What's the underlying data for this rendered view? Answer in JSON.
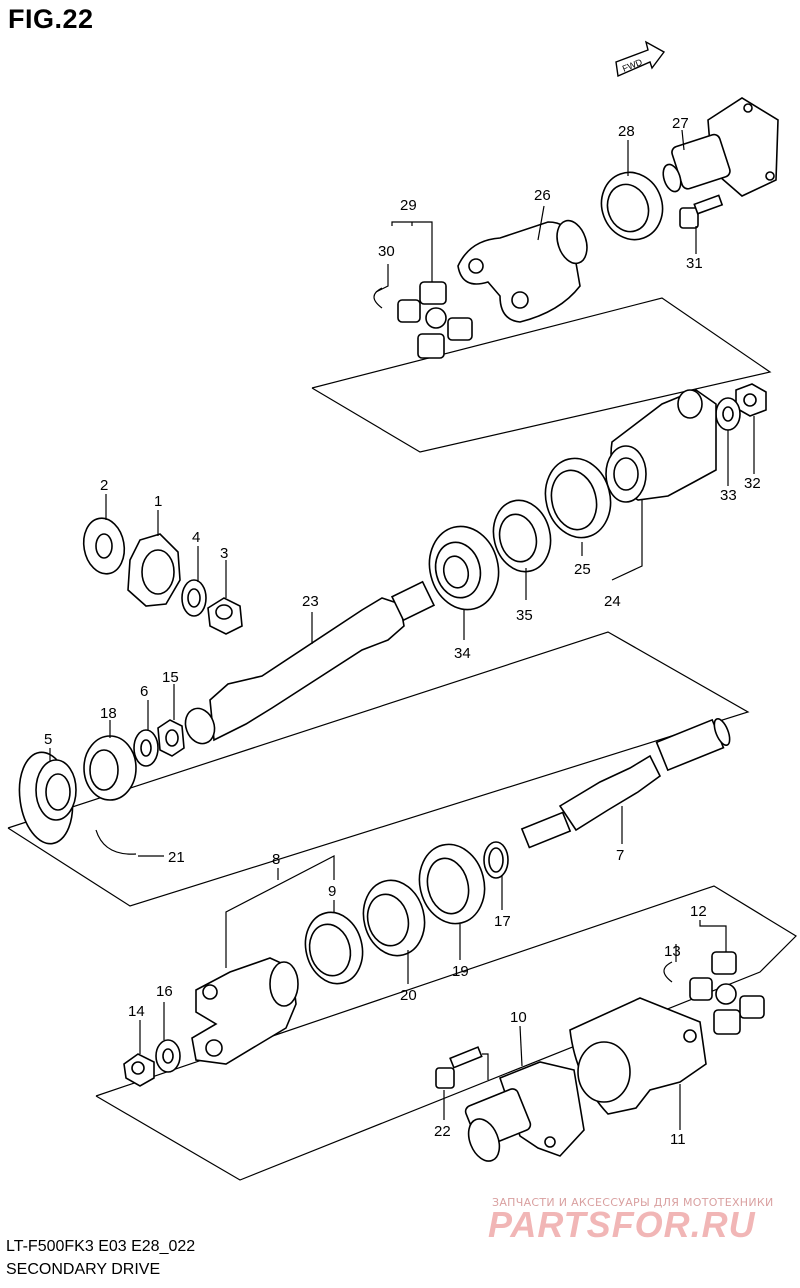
{
  "figure": {
    "title": "FIG.22",
    "model_code": "LT-F500FK3 E03 E28_022",
    "name": "SECONDARY DRIVE",
    "fwd_label": "FWD"
  },
  "watermark": {
    "line1": "ЗАПЧАСТИ И АКСЕССУАРЫ ДЛЯ МОТОТЕХНИКИ",
    "line2": "PARTSFOR.RU"
  },
  "callouts": [
    "1",
    "2",
    "3",
    "4",
    "5",
    "6",
    "7",
    "8",
    "9",
    "10",
    "11",
    "12",
    "13",
    "14",
    "15",
    "16",
    "17",
    "18",
    "19",
    "20",
    "21",
    "22",
    "23",
    "24",
    "25",
    "26",
    "27",
    "28",
    "29",
    "30",
    "31",
    "32",
    "33",
    "34",
    "35"
  ]
}
